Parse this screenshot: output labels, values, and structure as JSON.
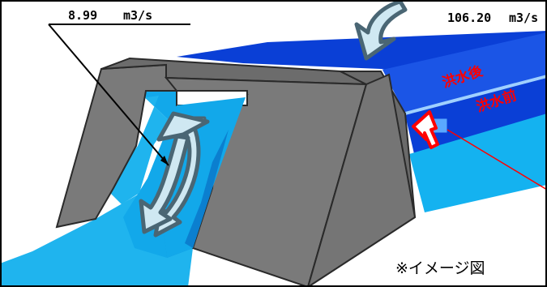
{
  "outflow": {
    "value": "8.99",
    "unit": "m3/s"
  },
  "inflow": {
    "value": "106.20",
    "unit": "m3/s"
  },
  "levels": {
    "after_flood": "洪水後",
    "before_flood": "洪水前"
  },
  "caption": "※イメージ図",
  "colors": {
    "reservoir_dark": "#0a3fd6",
    "reservoir_mid": "#1b6fe0",
    "river_light": "#1fb4ee",
    "river_mid": "#12a0e6",
    "river_dark": "#0b7fcf",
    "dam_gray": "#7a7a7a",
    "dam_side": "#6c6c6c",
    "arrow_fill": "#cfe8f2",
    "arrow_outline": "#4a6674",
    "level_line": "#9fd0ff",
    "marker_red": "#ff0000"
  },
  "icons": {
    "inflow_arrow": "curved-arrow-icon",
    "outflow_arrow": "curved-double-arrow-icon",
    "level_marker": "up-arrow-icon"
  }
}
